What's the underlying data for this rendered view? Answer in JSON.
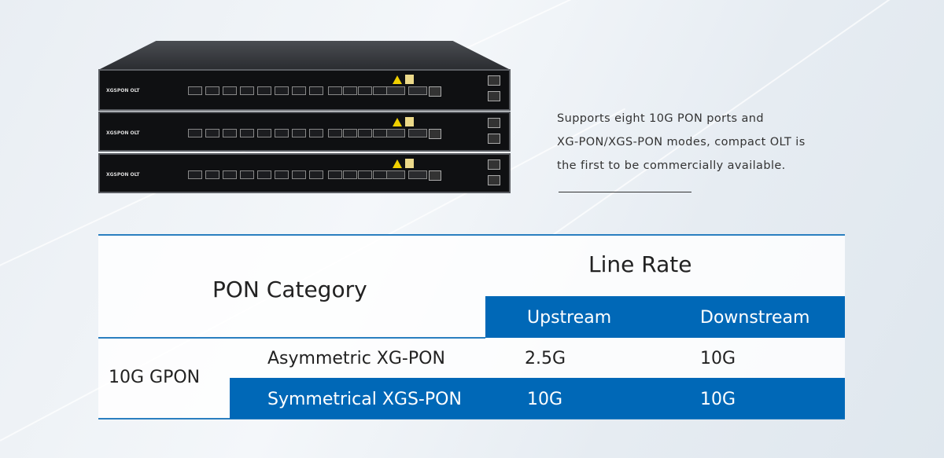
{
  "product": {
    "unit_label": "XGSPON OLT",
    "units": 3
  },
  "description": {
    "lines": [
      "Supports eight 10G PON ports and",
      "XG-PON/XGS-PON modes, compact OLT is",
      "the first to be commercially available."
    ]
  },
  "table": {
    "header": {
      "category": "PON Category",
      "line_rate": "Line Rate",
      "upstream": "Upstream",
      "downstream": "Downstream"
    },
    "group": "10G GPON",
    "rows": [
      {
        "name": "Asymmetric XG-PON",
        "upstream": "2.5G",
        "downstream": "10G"
      },
      {
        "name": "Symmetrical XGS-PON",
        "upstream": "10G",
        "downstream": "10G"
      }
    ],
    "accent": "#0068b7"
  }
}
